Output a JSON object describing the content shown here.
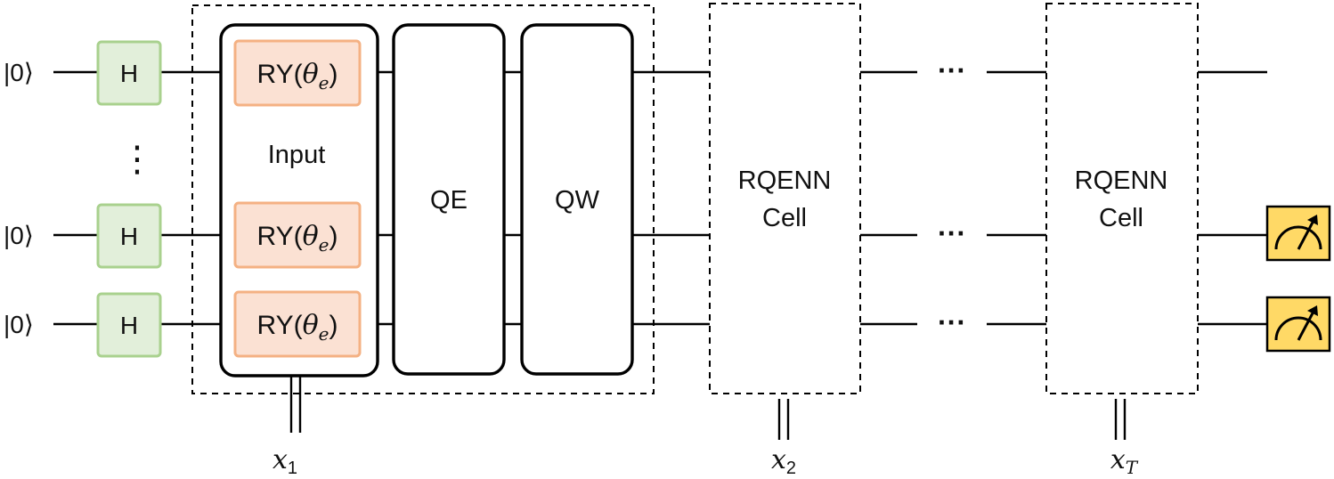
{
  "qubits": {
    "ket": "|0⟩",
    "vertical_ellipsis": "⋮"
  },
  "gates": {
    "hadamard": "H",
    "ry_prefix": "RY(",
    "ry_theta": "θ",
    "ry_subscript": "e",
    "ry_suffix": ")"
  },
  "blocks": {
    "input_label": "Input",
    "qe_label": "QE",
    "qw_label": "QW",
    "cell_line1": "RQENN",
    "cell_line2": "Cell",
    "ellipsis": "···"
  },
  "inputs": {
    "x_symbol": "x",
    "sub_1": "1",
    "sub_2": "2",
    "sub_T": "T"
  },
  "colors": {
    "hadamard_fill": "#e2efda",
    "hadamard_border": "#a9d18e",
    "ry_fill": "#fbe1d3",
    "ry_border": "#f4b183",
    "measure_fill": "#ffd966"
  },
  "icons": {
    "measurement": "meter-icon"
  }
}
